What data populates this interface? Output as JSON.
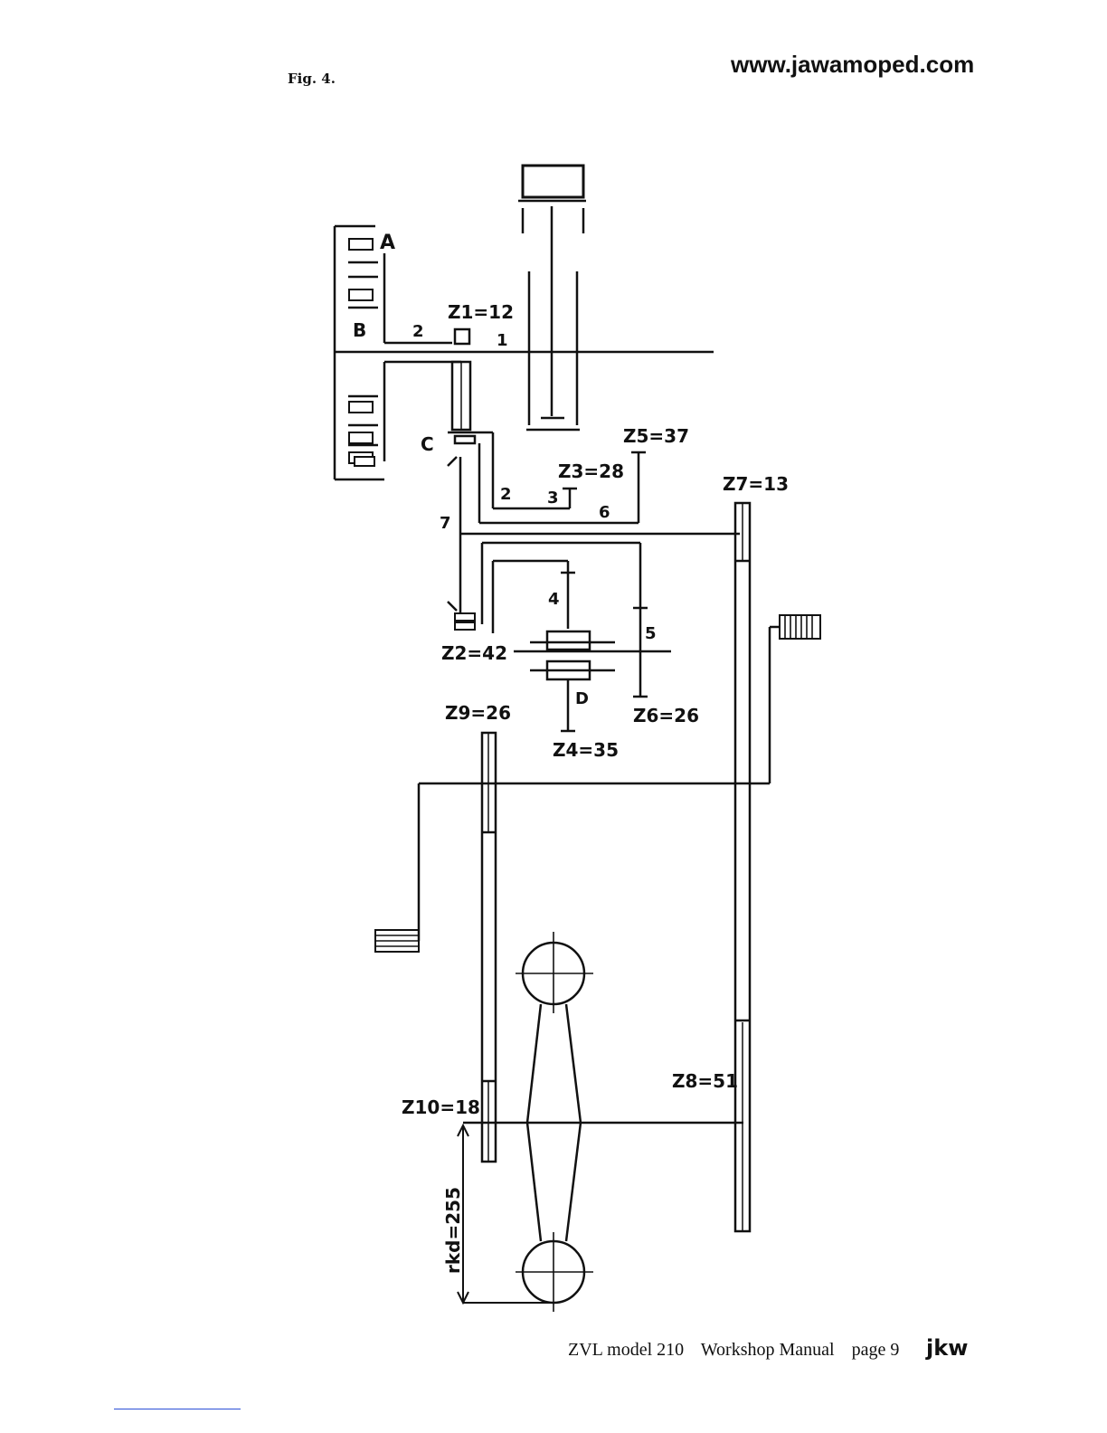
{
  "header": {
    "figure_label": "Fig. 4.",
    "site_url": "www.jawamoped.com"
  },
  "diagram_labels": {
    "point_a": "A",
    "point_b": "B",
    "point_c": "C",
    "point_d": "D",
    "shaft_1": "1",
    "shaft_2_upper": "2",
    "shaft_2_lower": "2",
    "shaft_3": "3",
    "shaft_4": "4",
    "shaft_5": "5",
    "shaft_6": "6",
    "shaft_7": "7",
    "z1": "Z1=12",
    "z2": "Z2=42",
    "z3": "Z3=28",
    "z4": "Z4=35",
    "z5": "Z5=37",
    "z6": "Z6=26",
    "z7": "Z7=13",
    "z8": "Z8=51",
    "z9": "Z9=26",
    "z10": "Z10=18",
    "rkd": "rkd=255"
  },
  "footer": {
    "model": "ZVL model 210",
    "manual": "Workshop Manual",
    "page": "page 9",
    "initials": "jkw"
  }
}
